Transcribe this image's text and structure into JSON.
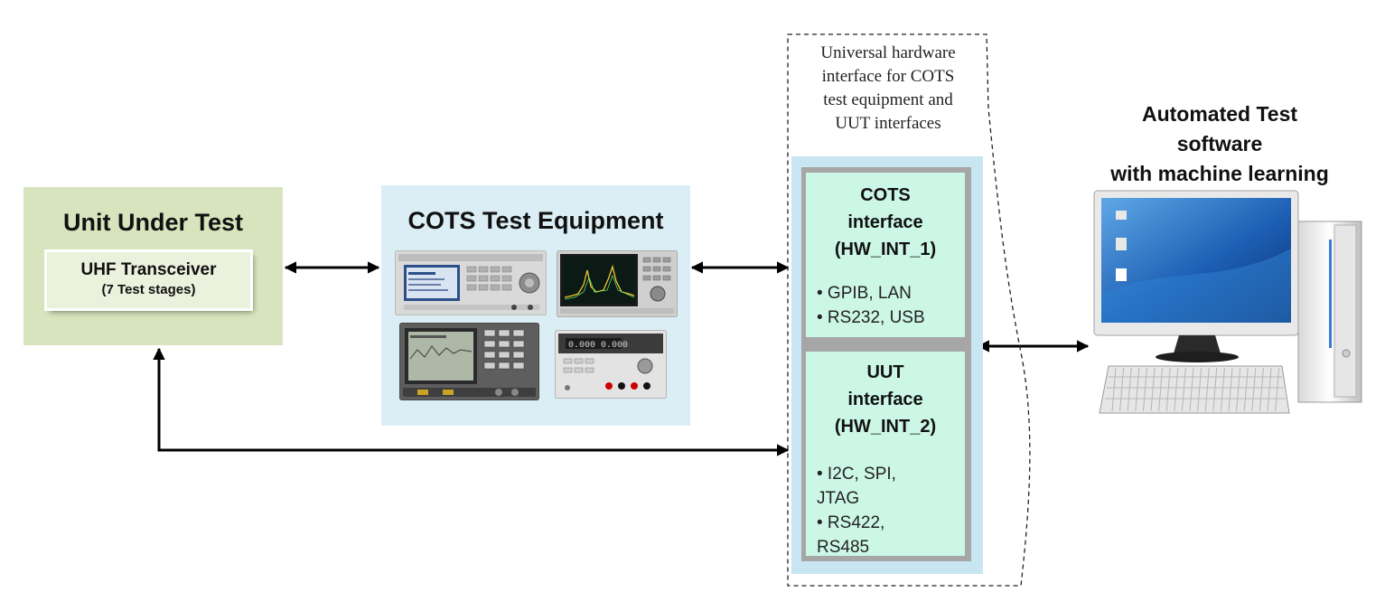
{
  "uut": {
    "title": "Unit Under Test",
    "inner_title": "UHF Transceiver",
    "inner_subtitle": "(7 Test stages)"
  },
  "cots": {
    "title": "COTS Test  Equipment"
  },
  "hw_interface": {
    "caption_lines": [
      "Universal hardware",
      "interface for COTS",
      "test equipment and",
      "UUT interfaces"
    ],
    "cots_interface": {
      "title_lines": [
        "COTS",
        "interface",
        "(HW_INT_1)"
      ],
      "items": [
        "• GPIB, LAN",
        "• RS232, USB"
      ]
    },
    "uut_interface": {
      "title_lines": [
        "UUT",
        "interface",
        "(HW_INT_2)"
      ],
      "items": [
        "• I2C, SPI,",
        "JTAG",
        "• RS422,",
        "RS485"
      ]
    }
  },
  "software": {
    "title_lines": [
      "Automated Test",
      "software",
      "with machine learning"
    ]
  },
  "colors": {
    "uut_fill": "#d7e4bd",
    "cots_fill": "#dbeef5",
    "interface_outer": "#c7e6f2",
    "interface_card": "#ccf7e6",
    "arrow": "#000000"
  }
}
